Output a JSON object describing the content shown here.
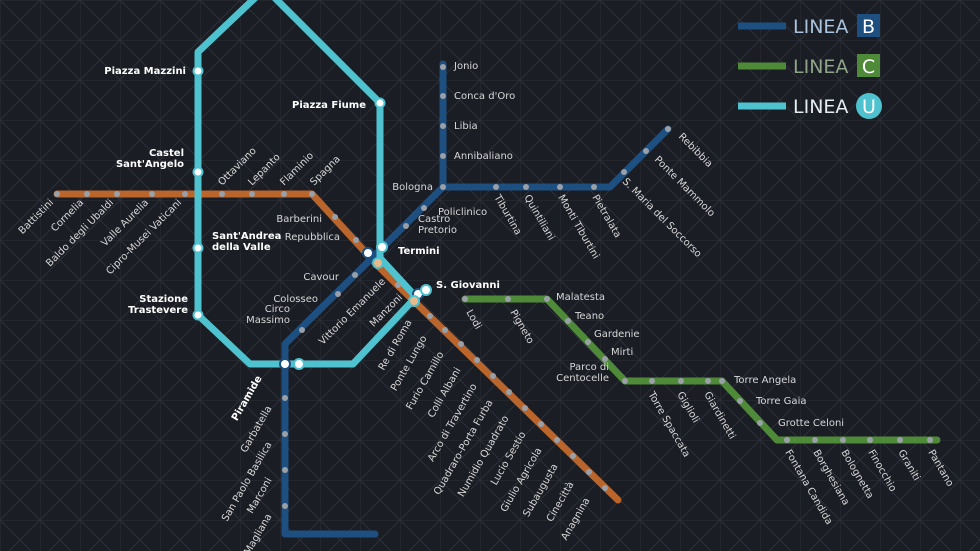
{
  "colors": {
    "background": "#1b1d24",
    "grid": "#2c2f38",
    "line_a": "#b9652b",
    "line_b": "#1d4f80",
    "line_c": "#4e8a38",
    "line_u": "#4ec3cf",
    "station": "#9aa0a8",
    "hub_ring": "#ffffff"
  },
  "legend": [
    {
      "label": "LINEA",
      "badge": "B",
      "line": "b"
    },
    {
      "label": "LINEA",
      "badge": "C",
      "line": "c"
    },
    {
      "label": "LINEA",
      "badge": "U",
      "line": "u"
    }
  ],
  "lines": {
    "a": [
      "Battistini",
      "Cornelia",
      "Baldo degli Ubaldi",
      "Valle Aurelia",
      "Cipro-Musei Vaticani",
      "Ottaviano",
      "Lepanto",
      "Flaminio",
      "Spagna",
      "Barberini",
      "Repubblica",
      "Vittorio Emanuele",
      "Manzoni",
      "Re di Roma",
      "Ponte Lungo",
      "Furio Camillo",
      "Colli Albani",
      "Arco di Travertino",
      "Quadraro-Porta Furba",
      "Numidio Quadrato",
      "Lucio Sestio",
      "Giulio Agricola",
      "Subaugusta",
      "Cinecittà",
      "Anagnina"
    ],
    "b": [
      "Jonio",
      "Conca d'Oro",
      "Libia",
      "Annibaliano",
      "Bologna",
      "Policlinico",
      "Castro Pretorio",
      "Termini",
      "Cavour",
      "Colosseo",
      "Circo Massimo",
      "Piramide",
      "Garbatella",
      "San Paolo Basilica",
      "Marconi",
      "EUR Magliana",
      "Tiburtina",
      "Quintiliani",
      "Monti Tiburtini",
      "Pietralata",
      "S. Maria del Soccorso",
      "Ponte Mammolo",
      "Rebibbia"
    ],
    "c": [
      "S. Giovanni",
      "Lodi",
      "Pigneto",
      "Malatesta",
      "Teano",
      "Gardenie",
      "Mirti",
      "Parco di Centocelle",
      "Torre Spaccata",
      "Giglioli",
      "Giardinetti",
      "Torre Angela",
      "Torre Gaia",
      "Grotte Celoni",
      "Fontana Candida",
      "Borghesiana",
      "Bolognetta",
      "Finocchio",
      "Graniti",
      "Pantano"
    ],
    "u": [
      "Piazza Mazzini",
      "Castel Sant'Angelo",
      "Sant'Andrea della Valle",
      "Stazione Trastevere",
      "Piramide",
      "Piazza Fiume",
      "Termini",
      "S. Giovanni"
    ]
  },
  "hubs": [
    "Piazza Mazzini",
    "Castel Sant'Angelo",
    "Sant'Andrea della Valle",
    "Stazione Trastevere",
    "Piazza Fiume",
    "Termini",
    "S. Giovanni",
    "Piramide"
  ]
}
